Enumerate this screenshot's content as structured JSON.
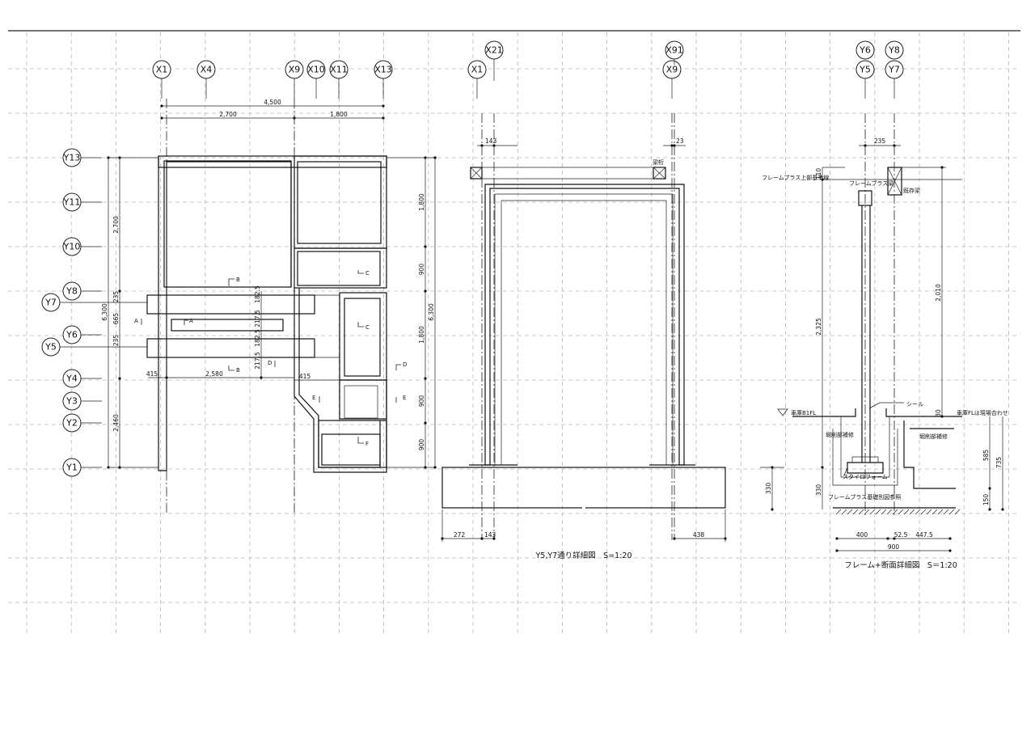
{
  "plan": {
    "x_axes": [
      "X1",
      "X4",
      "X9",
      "X10",
      "X11",
      "X13"
    ],
    "y_axes": [
      "Y13",
      "Y11",
      "Y10",
      "Y8",
      "Y7",
      "Y6",
      "Y5",
      "Y4",
      "Y3",
      "Y2",
      "Y1"
    ],
    "dims_top": [
      "4,500",
      "2,700",
      "1,800"
    ],
    "dims_left": [
      "2,700",
      "6,300",
      "2,460",
      "665",
      "235",
      "235"
    ],
    "dims_right": [
      "1,800",
      "900",
      "1,800",
      "900",
      "900",
      "6,300"
    ],
    "dims_inner": [
      "182.5",
      "217.5",
      "182.5",
      "217.5",
      "2,580",
      "415",
      "415"
    ],
    "section_marks": [
      "B",
      "A",
      "A",
      "B",
      "C",
      "C",
      "D",
      "D",
      "E",
      "E",
      "F"
    ]
  },
  "elevation": {
    "axes_top": [
      "X21",
      "X91"
    ],
    "axes_bottom": [
      "X1",
      "X9"
    ],
    "dims": [
      "143",
      "23",
      "272",
      "143",
      "438"
    ],
    "label_beam": "梁桁",
    "title": "Y5,Y7通り詳細図　S=1:20"
  },
  "section": {
    "axes": [
      "Y6",
      "Y8",
      "Y5",
      "Y7"
    ],
    "dims": [
      "235",
      "110",
      "2,325",
      "2,010",
      "30",
      "330",
      "330",
      "585",
      "735",
      "150",
      "400",
      "52.5",
      "447.5",
      "900"
    ],
    "notes": {
      "ref_line": "フレームプラス上部基準線",
      "frame_beam": "フレームプラス梁",
      "existing_beam": "既存梁",
      "seal": "シール",
      "floor": "車庫B1FL",
      "floor_note": "車庫FLは現場合わせ",
      "repair_left": "堀削部補修",
      "repair_right": "堀削部補修",
      "styrofoam": "スタイロフォーム",
      "foundation_ref": "フレームプラス基礎別図参照"
    },
    "title": "フレーム+断面詳細図　S＝1:20"
  }
}
